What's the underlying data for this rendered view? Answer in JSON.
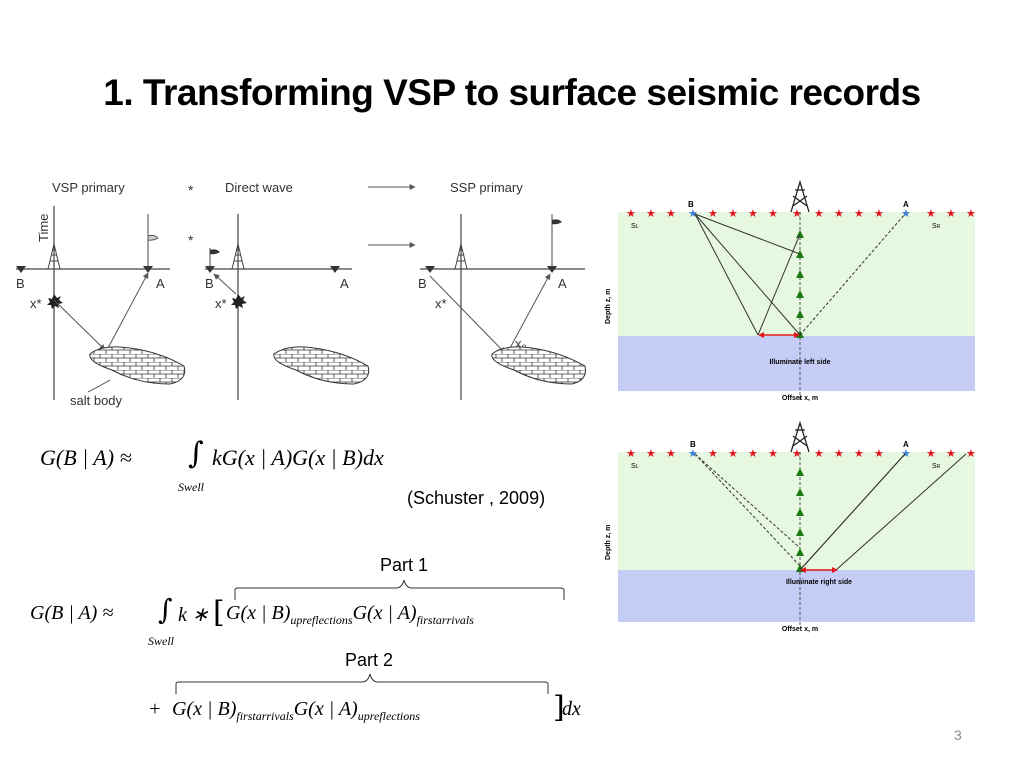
{
  "slide": {
    "title": "1. Transforming VSP to surface seismic records",
    "page_number": "3"
  },
  "schematic": {
    "panel1_label": "VSP primary",
    "star": "*",
    "panel2_label": "Direct wave",
    "panel3_label": "SSP  primary",
    "time_label": "Time",
    "B": "B",
    "A": "A",
    "xstar": "x*",
    "x0": "x",
    "x0_sub": "0",
    "salt_label": "salt body"
  },
  "equation1": {
    "lhs": "G(B  |  A)  ≈",
    "integrand": "kG(x  |  A)G(x  |  B)dx",
    "lower_limit": "Swell",
    "citation": "(Schuster , 2009)"
  },
  "equation2": {
    "part1_label": "Part 1",
    "part2_label": "Part 2",
    "lhs": "G(B  |  A)  ≈",
    "k": "k  ∗",
    "lower_limit": "Swell",
    "term1a": "G(x  |  B)",
    "term1a_sub": "upreflections",
    "term1b": "G(x  |  A)",
    "term1b_sub": "firstarrivals",
    "plus": "+",
    "term2a": "G(x  |  B)",
    "term2a_sub": "firstarrivals",
    "term2b": "G(x  |  A)",
    "term2b_sub": "upreflections",
    "dx": "dx"
  },
  "model_top": {
    "B": "B",
    "A": "A",
    "SL": "S",
    "SL_sub": "L",
    "SR": "S",
    "SR_sub": "R",
    "depth_label": "Depth z, m",
    "caption": "Illuminate left side",
    "offset_label": "Offset x, m"
  },
  "model_bottom": {
    "B": "B",
    "A": "A",
    "SL": "S",
    "SL_sub": "L",
    "SR": "S",
    "SR_sub": "R",
    "depth_label": "Depth z, m",
    "caption": "Illuminate right side",
    "offset_label": "Offset x, m"
  },
  "colors": {
    "upper_layer": "#e6f8df",
    "lower_layer": "#c5cdf6",
    "source_star": "#e0151d",
    "receiver_star": "#3b7fd6",
    "geophone": "#1c7a12",
    "arrow_red": "#e0151d"
  }
}
